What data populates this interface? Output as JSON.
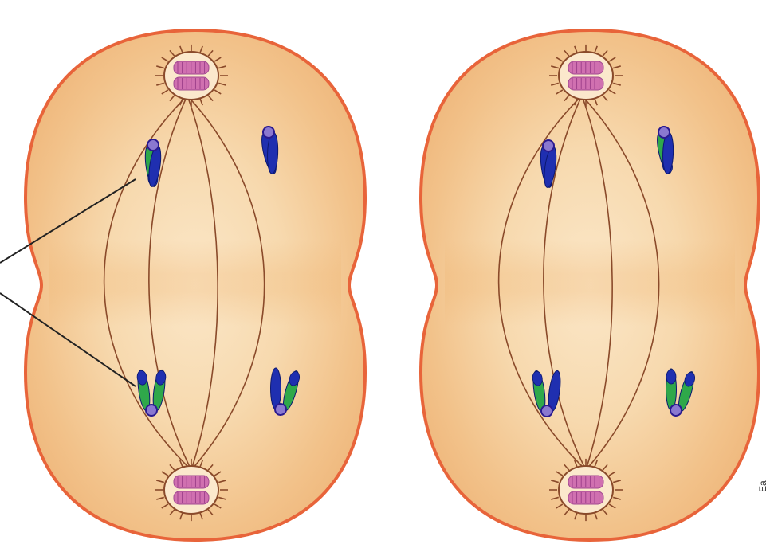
{
  "diagram": {
    "cells": [
      {
        "id": "cell-left",
        "chromosomes_top": [
          {
            "arms": [
              "green",
              "blue"
            ]
          },
          {
            "arms": [
              "blue",
              "blue"
            ]
          }
        ],
        "chromosomes_bottom": [
          {
            "arms": [
              "green",
              "green"
            ]
          },
          {
            "arms": [
              "blue",
              "green"
            ]
          }
        ]
      },
      {
        "id": "cell-right",
        "chromosomes_top": [
          {
            "arms": [
              "blue",
              "blue"
            ]
          },
          {
            "arms": [
              "green",
              "blue"
            ]
          }
        ],
        "chromosomes_bottom": [
          {
            "arms": [
              "green",
              "blue"
            ]
          },
          {
            "arms": [
              "green",
              "green"
            ]
          }
        ]
      }
    ],
    "colors": {
      "membrane": "#e8643a",
      "cytoplasm_light": "#fbe6c6",
      "cytoplasm_dark": "#f0b878",
      "spindle": "#8a4a2a",
      "centriole": "#d070b0",
      "chromatid_blue": "#1f2fb0",
      "chromatid_green": "#2fa84a",
      "centromere": "#8a78d0",
      "pointer_line": "#222222"
    },
    "edge_text": "Ea"
  }
}
